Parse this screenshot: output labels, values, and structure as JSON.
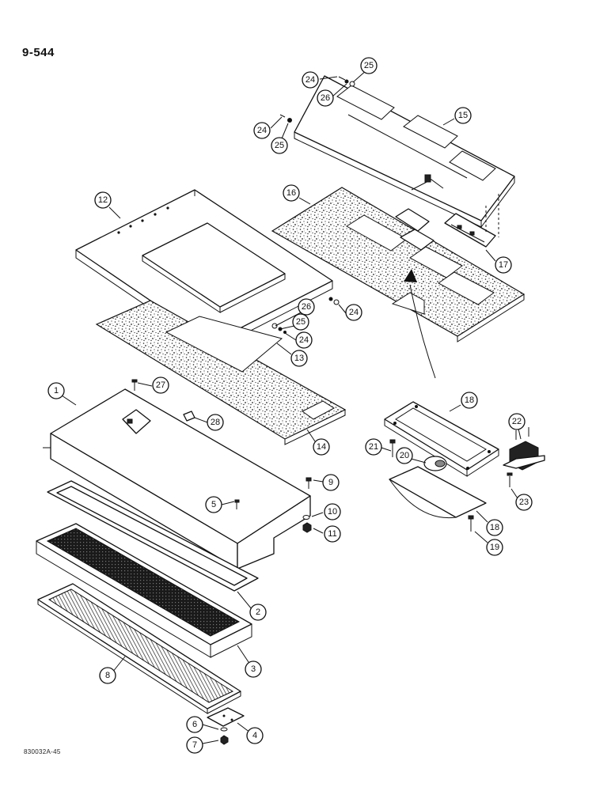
{
  "page": {
    "number": "9-544",
    "figure_code": "830032A-45"
  },
  "callouts": [
    {
      "id": "1",
      "label": "1"
    },
    {
      "id": "2",
      "label": "2"
    },
    {
      "id": "3",
      "label": "3"
    },
    {
      "id": "4",
      "label": "4"
    },
    {
      "id": "5",
      "label": "5"
    },
    {
      "id": "6",
      "label": "6"
    },
    {
      "id": "7",
      "label": "7"
    },
    {
      "id": "8",
      "label": "8"
    },
    {
      "id": "9",
      "label": "9"
    },
    {
      "id": "10",
      "label": "10"
    },
    {
      "id": "11",
      "label": "11"
    },
    {
      "id": "12",
      "label": "12"
    },
    {
      "id": "13",
      "label": "13"
    },
    {
      "id": "14",
      "label": "14"
    },
    {
      "id": "15",
      "label": "15"
    },
    {
      "id": "16",
      "label": "16"
    },
    {
      "id": "17",
      "label": "17"
    },
    {
      "id": "18a",
      "label": "18"
    },
    {
      "id": "18b",
      "label": "18"
    },
    {
      "id": "19",
      "label": "19"
    },
    {
      "id": "20",
      "label": "20"
    },
    {
      "id": "21",
      "label": "21"
    },
    {
      "id": "22",
      "label": "22"
    },
    {
      "id": "23",
      "label": "23"
    },
    {
      "id": "24a",
      "label": "24"
    },
    {
      "id": "24b",
      "label": "24"
    },
    {
      "id": "24c",
      "label": "24"
    },
    {
      "id": "24d",
      "label": "24"
    },
    {
      "id": "25a",
      "label": "25"
    },
    {
      "id": "25b",
      "label": "25"
    },
    {
      "id": "25c",
      "label": "25"
    },
    {
      "id": "26a",
      "label": "26"
    },
    {
      "id": "26b",
      "label": "26"
    },
    {
      "id": "27",
      "label": "27"
    },
    {
      "id": "28",
      "label": "28"
    }
  ]
}
